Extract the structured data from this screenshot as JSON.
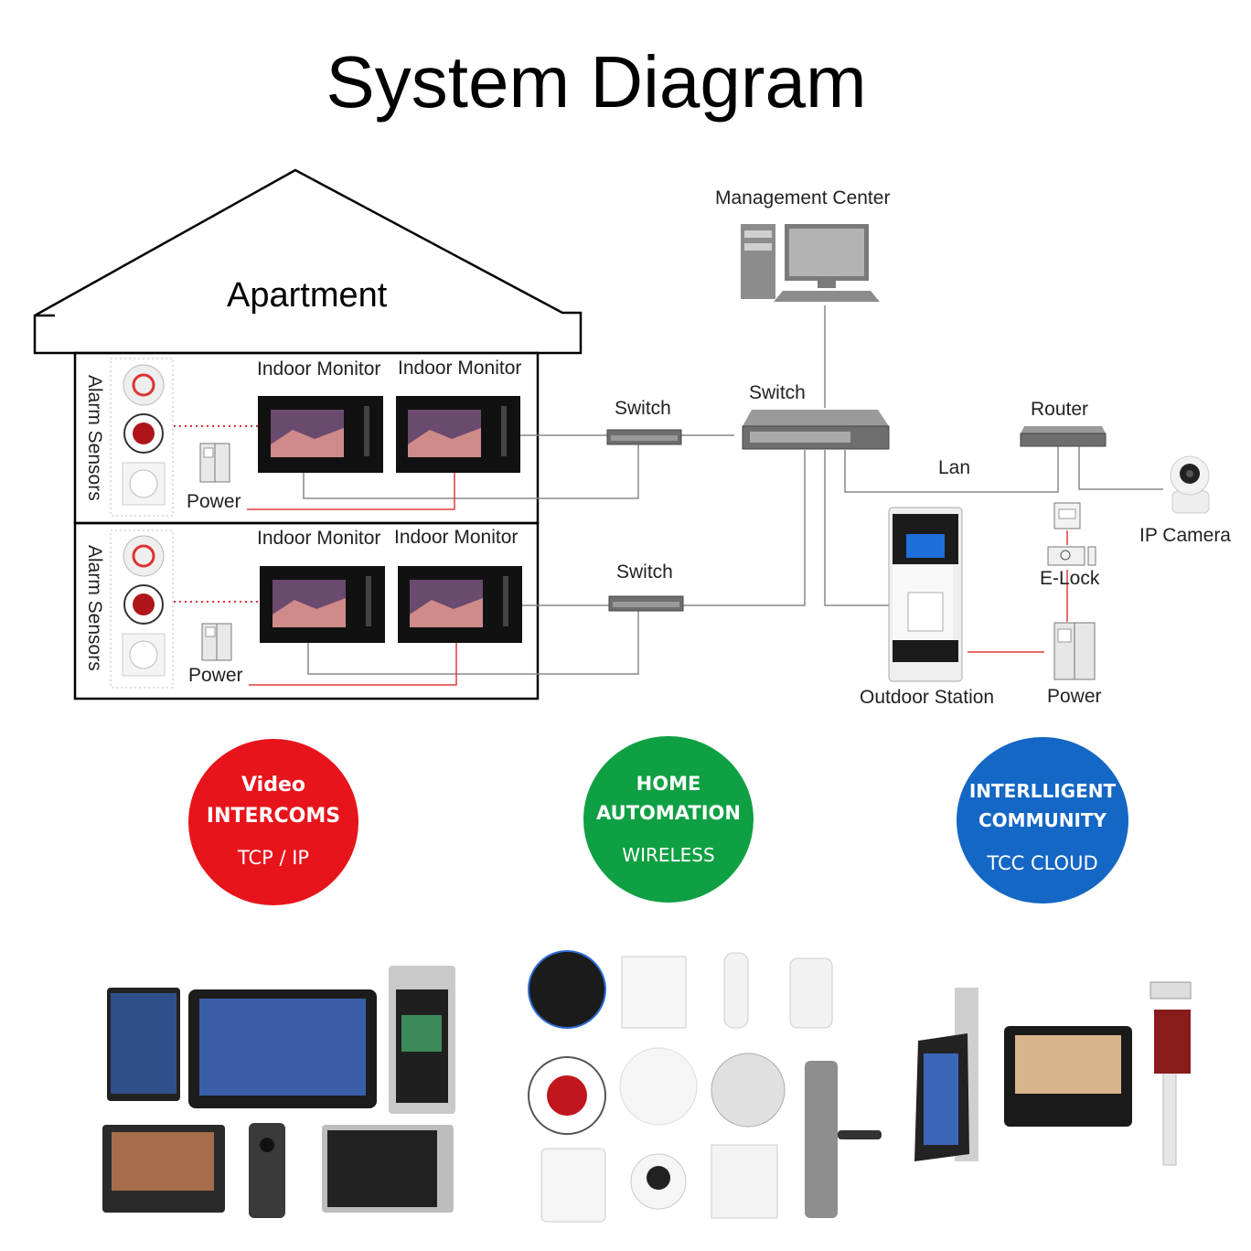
{
  "title": "System Diagram",
  "apartment": {
    "label": "Apartment",
    "floors": [
      {
        "sensors_label": "Alarm Sensors",
        "monitor_labels": [
          "Indoor Monitor",
          "Indoor Monitor"
        ],
        "power_label": "Power",
        "switch_label": "Switch"
      },
      {
        "sensors_label": "Alarm Sensors",
        "monitor_labels": [
          "Indoor Monitor",
          "Indoor Monitor"
        ],
        "power_label": "Power",
        "switch_label": "Switch"
      }
    ]
  },
  "network": {
    "management_center": "Management Center",
    "core_switch": "Switch",
    "router": "Router",
    "lan": "Lan",
    "ip_camera": "IP Camera",
    "elock": "E-Lock",
    "outdoor_station": "Outdoor Station",
    "power": "Power"
  },
  "categories": [
    {
      "line1": "Video",
      "line2": "INTERCOMS",
      "line3": "TCP / IP",
      "color": "#e8141b"
    },
    {
      "line1": "HOME",
      "line2": "AUTOMATION",
      "line3": "WIRELESS",
      "color": "#0fa043"
    },
    {
      "line1": "INTERLLIGENT",
      "line2": "COMMUNITY",
      "line3": "TCC CLOUD",
      "color": "#1467c4"
    }
  ],
  "colors": {
    "wire": "#888888",
    "power_wire": "#e23b3b",
    "screen": "#111111"
  }
}
